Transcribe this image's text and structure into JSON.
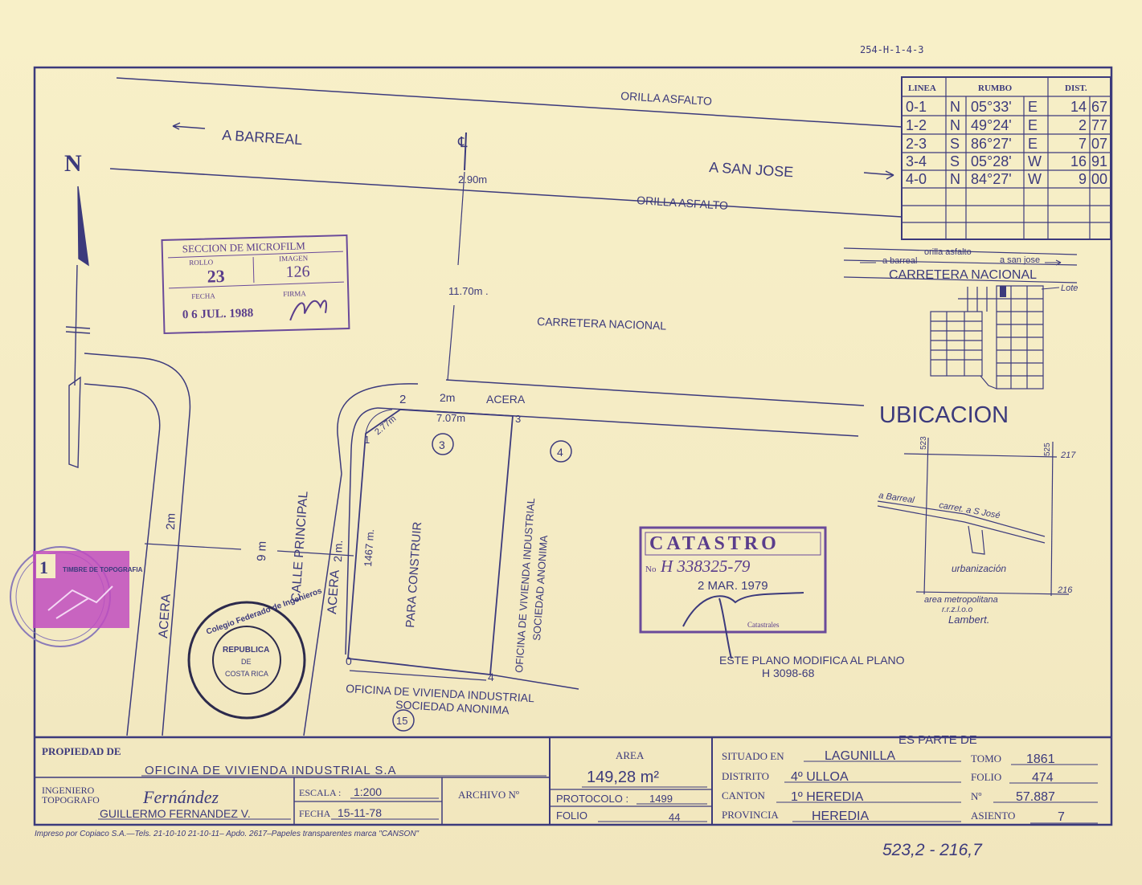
{
  "header": {
    "reference": "254-H-1-4-3"
  },
  "roads": {
    "orilla_top": "ORILLA ASFALTO",
    "orilla_bottom": "ORILLA ASFALTO",
    "to_barreal": "A BARREAL",
    "to_san_jose": "A SAN JOSE",
    "carretera": "CARRETERA NACIONAL",
    "centerline": "℄"
  },
  "north": {
    "label": "N"
  },
  "bearings_table": {
    "headers": [
      "LINEA",
      "RUMBO",
      "DIST."
    ],
    "rows": [
      {
        "line": "0-1",
        "ns": "N",
        "angle": "05°33'",
        "ew": "E",
        "m": "14",
        "cm": "67"
      },
      {
        "line": "1-2",
        "ns": "N",
        "angle": "49°24'",
        "ew": "E",
        "m": "2",
        "cm": "77"
      },
      {
        "line": "2-3",
        "ns": "S",
        "angle": "86°27'",
        "ew": "E",
        "m": "7",
        "cm": "07"
      },
      {
        "line": "3-4",
        "ns": "S",
        "angle": "05°28'",
        "ew": "W",
        "m": "16",
        "cm": "91"
      },
      {
        "line": "4-0",
        "ns": "N",
        "angle": "84°27'",
        "ew": "W",
        "m": "9",
        "cm": "00"
      }
    ]
  },
  "microfilm_stamp": {
    "title": "SECCION DE MICROFILM",
    "rollo_label": "ROLLO",
    "rollo": "23",
    "imagen_label": "IMAGEN",
    "imagen": "126",
    "fecha_label": "FECHA",
    "fecha": "0 6  JUL. 1988",
    "firma_label": "FIRMA"
  },
  "dimensions": {
    "d290": "2.90m",
    "d1170": "11.70m .",
    "d2m_acera": "2m",
    "acera_top": "ACERA",
    "d707": "7.07m",
    "d277": "2.77m",
    "d1467": "1467 m.",
    "d2m_left": "2m",
    "d9m": "9 m",
    "d2m_mid": "2 m."
  },
  "points": {
    "p0": "0",
    "p1": "1",
    "p2": "2",
    "p3": "3",
    "p4": "4"
  },
  "lots": {
    "lot3": "3",
    "lot4": "4",
    "lot15": "15"
  },
  "labels": {
    "calle": "CALLE  PRINCIPAL",
    "acera_left": "ACERA",
    "acera_mid": "ACERA",
    "para_construir": "PARA  CONSTRUIR",
    "vivienda_right_1": "OFICINA  DE  VIVIENDA  INDUSTRIAL",
    "vivienda_right_2": "SOCIEDAD  ANONIMA",
    "vivienda_bottom_1": "OFICINA  DE  VIVIENDA  INDUSTRIAL",
    "vivienda_bottom_2": "SOCIEDAD  ANONIMA"
  },
  "location_inset": {
    "orilla": "orilla  asfalto",
    "a_barreal": "a barreal",
    "a_san_jose": "a san jose",
    "carretera": "CARRETERA  NACIONAL",
    "lote": "Lote",
    "ubicacion": "UBICACION"
  },
  "grid_map": {
    "c523": "523",
    "c525": "525",
    "c217": "217",
    "c216": "216",
    "barreal": "a Barreal",
    "carret": "carret. a S José",
    "urbanizacion": "urbanización",
    "area1": "area metropolitana",
    "area2": "r.r.z.l.o.o",
    "lambert": "Lambert."
  },
  "catastro_stamp": {
    "title": "CATASTRO",
    "no_label": "No",
    "number": "H 338325-79",
    "date": "2  MAR. 1979",
    "sub": "Catastrales"
  },
  "seal": {
    "ring": "Colegio Federado de Ingenieros",
    "center1": "REPUBLICA",
    "center2": "DE",
    "center3": "COSTA RICA"
  },
  "tax_stamp": {
    "value": "1",
    "text": "TIMBRE DE TOPOGRAFIA"
  },
  "modifica": {
    "line1": "ESTE  PLANO  MODIFICA  AL  PLANO",
    "line2": "H  3098-68"
  },
  "es_parte": "ES  PARTE  DE",
  "title_block": {
    "propiedad_label": "PROPIEDAD DE",
    "propietario": "OFICINA   DE  VIVIENDA   INDUSTRIAL  S.A",
    "ingeniero_label_1": "INGENIERO",
    "ingeniero_label_2": "TOPOGRAFO",
    "ingeniero_name": "GUILLERMO  FERNANDEZ  V.",
    "firma": "Fernández",
    "escala_label": "ESCALA :",
    "escala": "1:200",
    "fecha_label": "FECHA",
    "fecha": "15-11-78",
    "archivo_label": "ARCHIVO Nº",
    "area_label": "AREA",
    "area": "149,28 m²",
    "protocolo_label": "PROTOCOLO :",
    "protocolo": "1499",
    "folio_label": "FOLIO",
    "folio": "44",
    "situado_label": "SITUADO EN",
    "situado": "LAGUNILLA",
    "distrito_label": "DISTRITO",
    "distrito": "4º  ULLOA",
    "canton_label": "CANTON",
    "canton": "1º HEREDIA",
    "provincia_label": "PROVINCIA",
    "provincia": "HEREDIA",
    "tomo_label": "TOMO",
    "tomo": "1861",
    "folio2_label": "FOLIO",
    "folio2": "474",
    "no_label": "Nº",
    "no": "57.887",
    "asiento_label": "ASIENTO",
    "asiento": "7"
  },
  "footer": {
    "printer": "Impreso por Copiaco S.A.—Tels. 21-10-10   21-10-11– Apdo. 2617–Papeles transparentes marca \"CANSON\"",
    "coords": "523,2 - 216,7"
  }
}
